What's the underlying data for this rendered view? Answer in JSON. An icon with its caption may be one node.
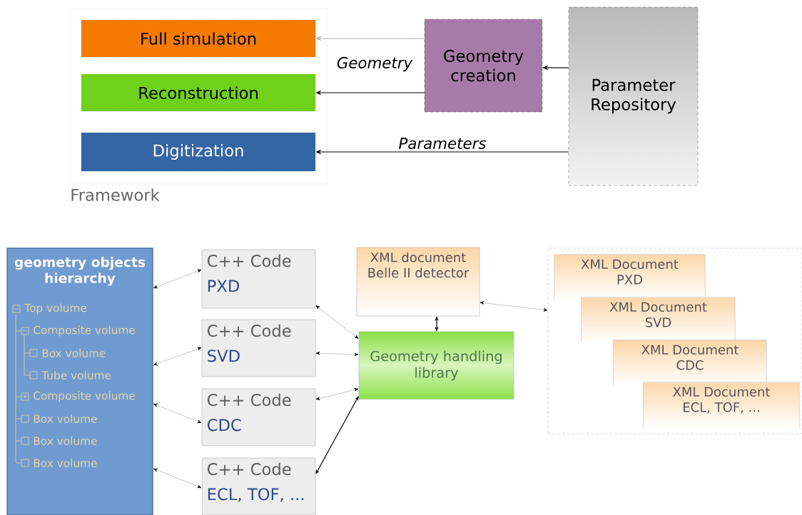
{
  "diagram": {
    "nodes": [
      {
        "text": [
          "Framework"
        ]
      },
      {
        "text": [
          "Full simulation"
        ],
        "in": 0
      },
      {
        "text": [
          "Reconstruction"
        ],
        "in": 0
      },
      {
        "text": [
          "Digitization"
        ],
        "in": 0
      },
      {
        "text": [
          "Geometry creation"
        ]
      },
      {
        "text": [
          "Parameter Repository"
        ]
      },
      {
        "text": [
          "geometry objects hierarchy",
          "Top volume",
          "Composite volume",
          "Box volume",
          "Tube volume",
          "Composite volume",
          "Box volume",
          "Box volume",
          "Box volume"
        ]
      },
      {
        "text": [
          "C++ Code",
          "PXD"
        ]
      },
      {
        "text": [
          "C++ Code",
          "SVD"
        ]
      },
      {
        "text": [
          "C++ Code",
          "CDC"
        ]
      },
      {
        "text": [
          "C++ Code",
          "ECL, TOF, ..."
        ]
      },
      {
        "text": [
          "XML document Belle II detector"
        ]
      },
      {
        "text": [
          "Geometry handling library"
        ]
      },
      {
        "text": [],
        "shape": "box"
      },
      {
        "text": [
          "XML Document PXD"
        ],
        "in": 13
      },
      {
        "text": [
          "XML Document SVD"
        ],
        "in": 13
      },
      {
        "text": [
          "XML Document CDC"
        ],
        "in": 13
      },
      {
        "text": [
          "XML Document ECL, TOF, ..."
        ],
        "in": 13
      }
    ],
    "edges": [
      {
        "from": 4,
        "to": 1,
        "arrow": "to",
        "color": "#b0b0b0"
      },
      {
        "from": 4,
        "to": 2,
        "arrow": "to",
        "label": "Geometry"
      },
      {
        "from": 5,
        "to": 4,
        "arrow": "to"
      },
      {
        "from": 5,
        "to": 3,
        "arrow": "to",
        "label": "Parameters"
      },
      {
        "from": 6,
        "to": 7,
        "arrow": "both",
        "style": "dashed"
      },
      {
        "from": 6,
        "to": 8,
        "arrow": "both",
        "style": "dashed"
      },
      {
        "from": 6,
        "to": 9,
        "arrow": "both",
        "style": "dashed"
      },
      {
        "from": 6,
        "to": 10,
        "arrow": "both",
        "style": "dashed"
      },
      {
        "from": 7,
        "to": 12,
        "arrow": "both",
        "style": "dashed"
      },
      {
        "from": 8,
        "to": 12,
        "arrow": "both",
        "style": "dashed"
      },
      {
        "from": 9,
        "to": 12,
        "arrow": "both",
        "style": "dashed"
      },
      {
        "from": 10,
        "to": 12,
        "arrow": "both"
      },
      {
        "from": 11,
        "to": 12,
        "arrow": "both"
      },
      {
        "from": 11,
        "to": 13,
        "arrow": "both",
        "style": "dashed"
      }
    ]
  }
}
